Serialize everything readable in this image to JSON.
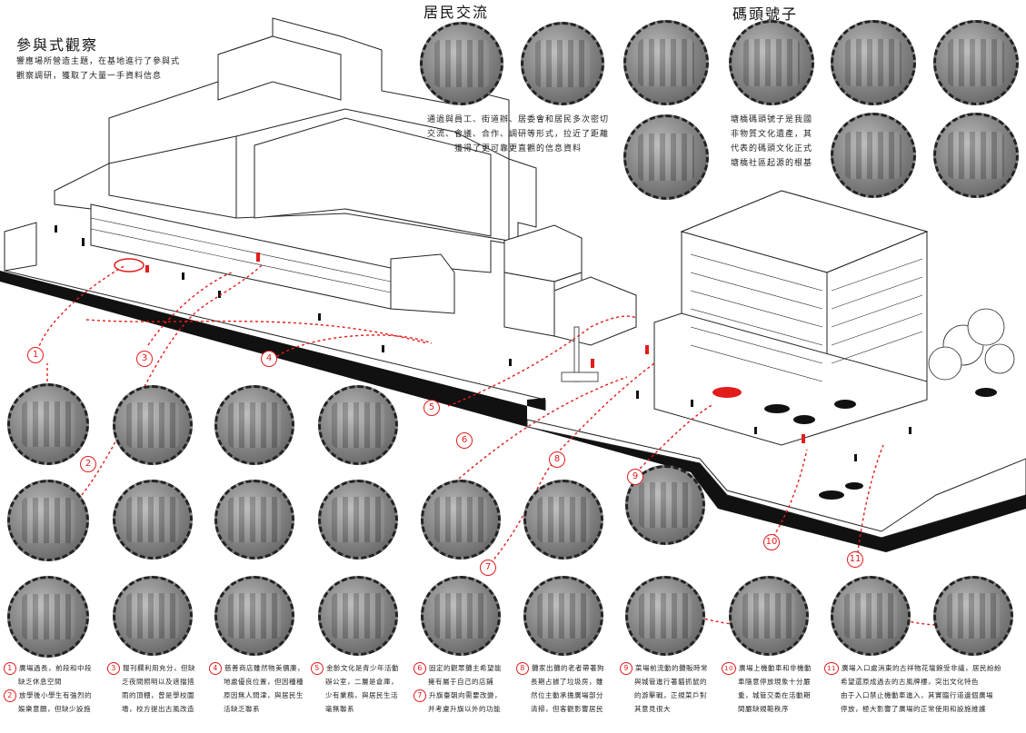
{
  "section_title": "參與式觀察",
  "intro_text": [
    "響應場所營造主題，在基地進行了參與式",
    "觀察調研，獲取了大量一手資料信息"
  ],
  "resident_title": "居民交流",
  "resident_text": [
    "通過與員工、街道辦、居委會和居民多次密切",
    "交流、會議、合作、調研等形式，拉近了距離",
    "獲得了更可靠更直觀的信息資料"
  ],
  "dock_title": "碼頭號子",
  "dock_text": [
    "塘橋碼頭號子是我國",
    "非物質文化遺產，其",
    "代表的碼頭文化正式",
    "塘橋社區起源的根基"
  ],
  "site_numbers": [
    "1",
    "2",
    "3",
    "4",
    "5",
    "6",
    "7",
    "8",
    "9",
    "10",
    "11"
  ],
  "notes": [
    {
      "n": "1",
      "lines": [
        "廣場過長，前段和中段",
        "缺乏休息空間"
      ]
    },
    {
      "n": "2",
      "lines": [
        "放學後小學生有強烈的",
        "娛樂意願，但缺少設施"
      ]
    },
    {
      "n": "3",
      "lines": [
        "報刊欄利用充分，但缺",
        "乏夜間照明以及遮擋措",
        "雨的頂棚，曾是學校圍",
        "墻，校方提出古風改造"
      ]
    },
    {
      "n": "4",
      "lines": [
        "慈善商店雖然物美價廉，",
        "地處優良位置，但因種種",
        "原因無人問津，與居民生",
        "活缺乏聯系"
      ]
    },
    {
      "n": "5",
      "lines": [
        "金齡文化是青少年活動",
        "辦公室，二層是倉庫，",
        "少有業務，與居民生活",
        "毫無聯系"
      ]
    },
    {
      "n": "6",
      "lines": [
        "固定的觀眾攤主希望能",
        "擁有屬于自己的店鋪"
      ]
    },
    {
      "n": "7",
      "lines": [
        "升旗臺朝向需要改變，",
        "并考慮升旗以外的功能"
      ]
    },
    {
      "n": "8",
      "lines": [
        "攤家出攤的老者帶著狗",
        "長期占據了垃圾房，雖",
        "然位主動承擔廣場部分",
        "清掃，但客觀影響居民"
      ]
    },
    {
      "n": "9",
      "lines": [
        "菜場前流動的攤販時常",
        "與城管進行著貓抓鼠的",
        "的游擊戰，正規菜戶對",
        "其意見很大"
      ]
    },
    {
      "n": "10",
      "lines": [
        "廣場上機動車和非機動",
        "車隨意停放現象十分嚴",
        "重，城管交委在活動期",
        "間嚴缺規範秩序"
      ]
    },
    {
      "n": "11",
      "lines": [
        "廣場入口處消東的古祥物花壇飽受非議，居民紛紛",
        "希望還原成過去的古風牌樓，突出文化特色",
        "由于入口禁止機動車進入，其實臨行道邊個廣場",
        "停放，極大影響了廣場的正常使用和設施維護"
      ]
    }
  ],
  "colors": {
    "accent": "#e31c1c",
    "line": "#222222",
    "photo": "#8a8a8a"
  }
}
